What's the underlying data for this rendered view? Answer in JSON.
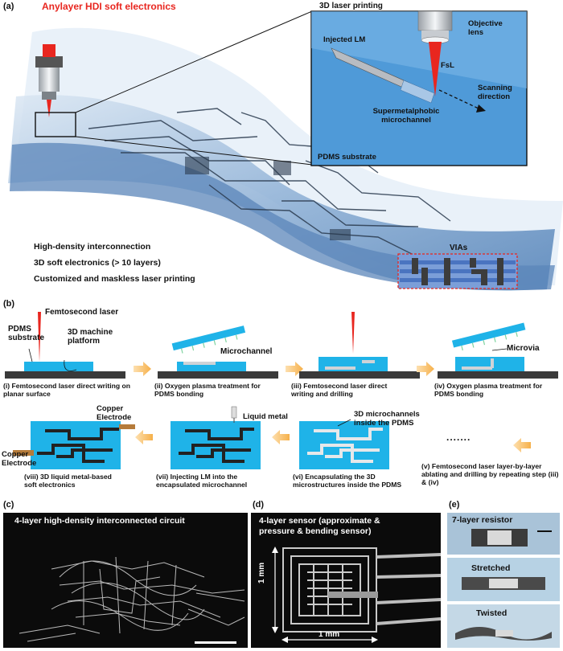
{
  "panels": {
    "a": "(a)",
    "b": "(b)",
    "c": "(c)",
    "d": "(d)",
    "e": "(e)"
  },
  "panel_a": {
    "title": "Anylayer HDI soft electronics",
    "title_color": "#e8261f",
    "inset_title": "3D laser printing",
    "objective_lens": "Objective lens",
    "injected_lm": "Injected LM",
    "fsl": "FsL",
    "scanning_direction": "Scanning direction",
    "microchannel": "Supermetalphobic microchannel",
    "substrate": "PDMS substrate",
    "features": [
      "High-density interconnection",
      "3D soft electronics (> 10 layers)",
      "Customized and maskless laser printing"
    ],
    "vias": "VIAs"
  },
  "panel_b": {
    "femtosecond_laser": "Femtosecond laser",
    "pdms_substrate": "PDMS substrate",
    "machine_platform": "3D machine platform",
    "microchannel": "Microchannel",
    "microvia": "Microvia",
    "liquid_metal": "Liquid metal",
    "microchannels_3d": "3D microchannels inside the PDMS",
    "copper_electrode_top": "Copper Electrode",
    "copper_electrode_left": "Copper Electrode",
    "dots": ".......",
    "steps": [
      "(i) Femtosecond laser direct writing on planar surface",
      "(ii) Oxygen plasma treatment for PDMS bonding",
      "(iii) Femtosecond laser direct writing and drilling",
      "(iv) Oxygen plasma treatment for PDMS bonding",
      "(v) Femtosecond laser layer-by-layer ablating and drilling by repeating step (iii) & (iv)",
      "(vi) Encapsulating the 3D microstructures inside the PDMS",
      "(vii) Injecting LM into the encapsulated microchannel",
      "(viii) 3D liquid metal-based soft electronics"
    ]
  },
  "panel_c": {
    "title": "4-layer high-density interconnected circuit"
  },
  "panel_d": {
    "title_line1": "4-layer sensor (approximate &",
    "title_line2": "pressure & bending sensor)",
    "scale_vertical": "1 mm",
    "scale_horizontal": "1 mm"
  },
  "panel_e": {
    "labels": [
      "7-layer resistor",
      "Stretched",
      "Twisted"
    ]
  },
  "colors": {
    "pdms": "#1fb3e8",
    "laser": "#e8261f",
    "arrow": "#f6b04a",
    "platform": "#3a3a3a"
  }
}
